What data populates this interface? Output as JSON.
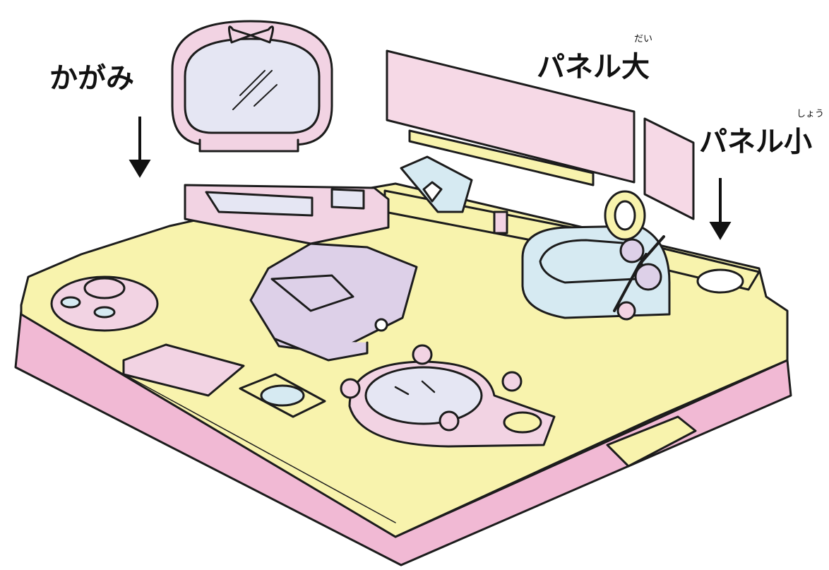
{
  "labels": {
    "mirror": "かがみ",
    "panel_large": "パネル大",
    "panel_large_ruby": "だい",
    "panel_small": "パネル小",
    "panel_small_ruby": "しょう"
  },
  "colors": {
    "base_top": "#f8f3ad",
    "base_side": "#f1b9d4",
    "pink_part": "#f2d3e3",
    "lavender_part": "#ddd0e8",
    "glass": "#e5e6f3",
    "light_blue": "#d6eaf2",
    "outline": "#1c1c1c"
  }
}
